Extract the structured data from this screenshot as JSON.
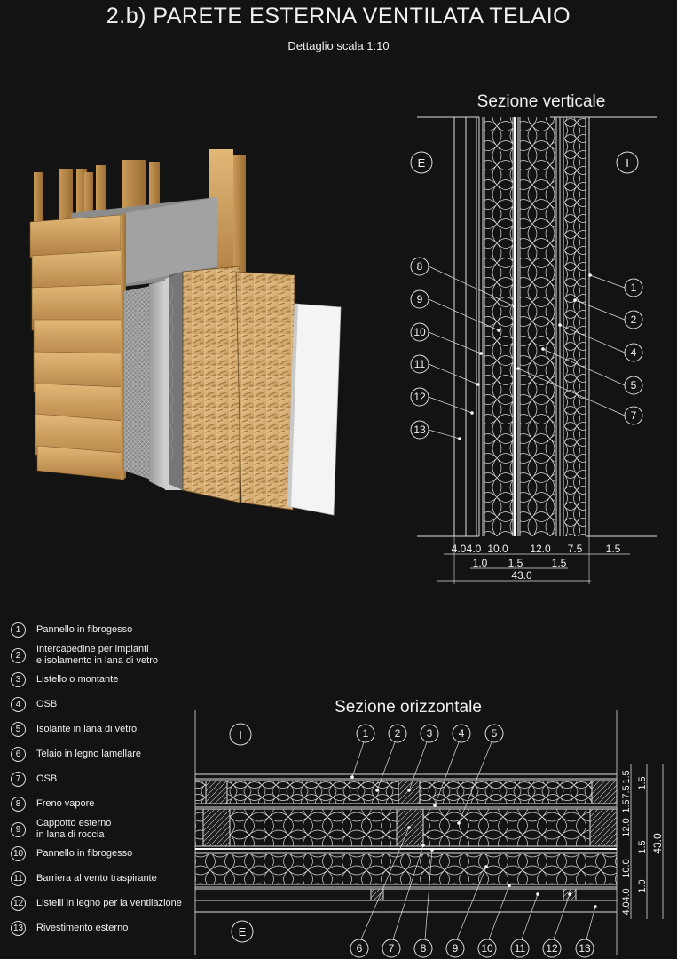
{
  "header": {
    "title": "2.b) PARETE ESTERNA VENTILATA TELAIO",
    "subtitle": "Dettaglio scala 1:10"
  },
  "vertical_section": {
    "title": "Sezione verticale",
    "outside_label": "E",
    "inside_label": "I",
    "callouts_left": [
      "8",
      "9",
      "10",
      "11",
      "12",
      "13"
    ],
    "callouts_right": [
      "1",
      "2",
      "4",
      "5",
      "7"
    ],
    "dims_top": [
      "4.0",
      "4.0",
      "10.0",
      "12.0",
      "7.5",
      "1.5"
    ],
    "dims_bottom": [
      "1.0",
      "1.5",
      "1.5"
    ],
    "dim_total": "43.0"
  },
  "horizontal_section": {
    "title": "Sezione orizzontale",
    "inside_label": "I",
    "outside_label": "E",
    "callouts_top": [
      "1",
      "2",
      "3",
      "4",
      "5"
    ],
    "callouts_bottom": [
      "6",
      "7",
      "8",
      "9",
      "10",
      "11",
      "12",
      "13"
    ],
    "dims_right": [
      "1.5",
      "7.5",
      "1.5",
      "1.5",
      "12.0",
      "1.5",
      "10.0",
      "1.0",
      "4.0",
      "4.0"
    ],
    "dim_total": "43.0"
  },
  "legend": [
    {
      "num": "1",
      "label": "Pannello in fibrogesso"
    },
    {
      "num": "2",
      "label": "Intercapedine per impianti\ne isolamento in lana di vetro"
    },
    {
      "num": "3",
      "label": "Listello o montante"
    },
    {
      "num": "4",
      "label": "OSB"
    },
    {
      "num": "5",
      "label": "Isolante in lana di vetro"
    },
    {
      "num": "6",
      "label": "Telaio in legno lamellare"
    },
    {
      "num": "7",
      "label": "OSB"
    },
    {
      "num": "8",
      "label": "Freno vapore"
    },
    {
      "num": "9",
      "label": "Cappotto esterno\nin lana di roccia"
    },
    {
      "num": "10",
      "label": "Pannello in fibrogesso"
    },
    {
      "num": "11",
      "label": "Barriera al vento traspirante"
    },
    {
      "num": "12",
      "label": "Listelli in legno per la ventilazione"
    },
    {
      "num": "13",
      "label": "Rivestimento esterno"
    }
  ]
}
